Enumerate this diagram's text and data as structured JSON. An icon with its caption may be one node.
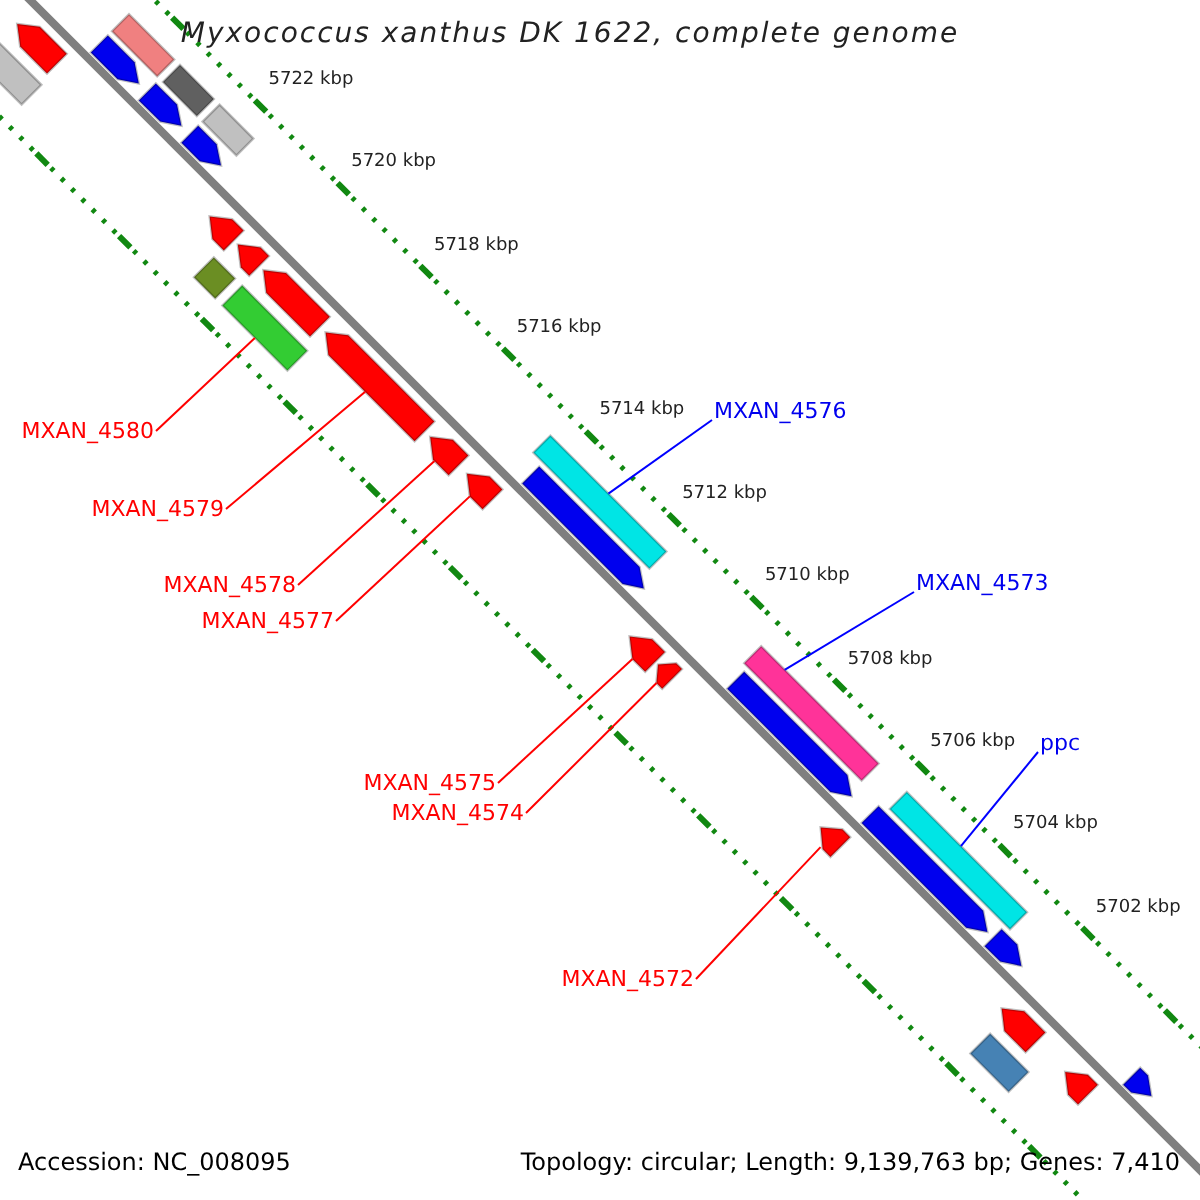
{
  "diagram": {
    "title": "Myxococcus xanthus DK 1622, complete genome",
    "nodes": [
      {
        "text": [
          "MXAN_4580"
        ]
      },
      {
        "text": [
          "MXAN_4579"
        ]
      },
      {
        "text": [
          "MXAN_4578"
        ]
      },
      {
        "text": [
          "MXAN_4577"
        ]
      },
      {
        "text": [
          "MXAN_4575"
        ]
      },
      {
        "text": [
          "MXAN_4574"
        ]
      },
      {
        "text": [
          "MXAN_4572"
        ]
      },
      {
        "text": [
          "MXAN_4576"
        ]
      },
      {
        "text": [
          "MXAN_4573"
        ]
      },
      {
        "text": [
          "ppc"
        ]
      },
      {
        "text": [],
        "shape": "bar"
      },
      {
        "text": [],
        "shape": "arrow"
      },
      {
        "text": [],
        "shape": "arrow"
      },
      {
        "text": [],
        "shape": "arrow"
      },
      {
        "text": [],
        "shape": "arrow"
      },
      {
        "text": [],
        "shape": "arrow"
      },
      {
        "text": [],
        "shape": "arrow"
      },
      {
        "text": [],
        "shape": "bar"
      },
      {
        "text": [],
        "shape": "bar"
      },
      {
        "text": [],
        "shape": "bar"
      },
      {
        "text": [],
        "shape": "arrow"
      },
      {
        "text": [],
        "shape": "arrow"
      },
      {
        "text": [],
        "shape": "arrow"
      },
      {
        "text": [],
        "shape": "bar"
      },
      {
        "text": [],
        "shape": "bar"
      },
      {
        "text": [],
        "shape": "bar"
      },
      {
        "text": [],
        "shape": "arrow"
      },
      {
        "text": [],
        "shape": "arrow"
      },
      {
        "text": [],
        "shape": "arrow"
      },
      {
        "text": [],
        "shape": "arrow"
      },
      {
        "text": [],
        "shape": "arrow"
      },
      {
        "text": [],
        "shape": "arrow"
      },
      {
        "text": [],
        "shape": "bar"
      },
      {
        "text": [],
        "shape": "arrow"
      },
      {
        "text": [],
        "shape": "arrow"
      },
      {
        "text": [],
        "shape": "bar"
      },
      {
        "text": [],
        "shape": "arrow"
      },
      {
        "text": [],
        "shape": "bar"
      },
      {
        "text": [],
        "shape": "arrow"
      },
      {
        "text": [],
        "shape": "arrow"
      }
    ],
    "edges": [
      {
        "from": 0,
        "to": 10,
        "arrow": "none"
      },
      {
        "from": 1,
        "to": 11,
        "arrow": "none"
      },
      {
        "from": 2,
        "to": 12,
        "arrow": "none"
      },
      {
        "from": 3,
        "to": 13,
        "arrow": "none"
      },
      {
        "from": 4,
        "to": 14,
        "arrow": "none"
      },
      {
        "from": 5,
        "to": 15,
        "arrow": "none"
      },
      {
        "from": 6,
        "to": 16,
        "arrow": "none"
      },
      {
        "from": 7,
        "to": 17,
        "arrow": "none",
        "color": "#0000ff"
      },
      {
        "from": 8,
        "to": 18,
        "arrow": "none",
        "color": "#0000ff"
      },
      {
        "from": 9,
        "to": 19,
        "arrow": "none",
        "color": "#0000ff"
      }
    ],
    "labels": [
      "5722 kbp",
      "5720 kbp",
      "5718 kbp",
      "5716 kbp",
      "5714 kbp",
      "5712 kbp",
      "5710 kbp",
      "5708 kbp",
      "5706 kbp",
      "5704 kbp",
      "5702 kbp",
      "Accession: NC_008095",
      "Topology: circular; Length: 9,139,763 bp; Genes: 7,410"
    ]
  }
}
